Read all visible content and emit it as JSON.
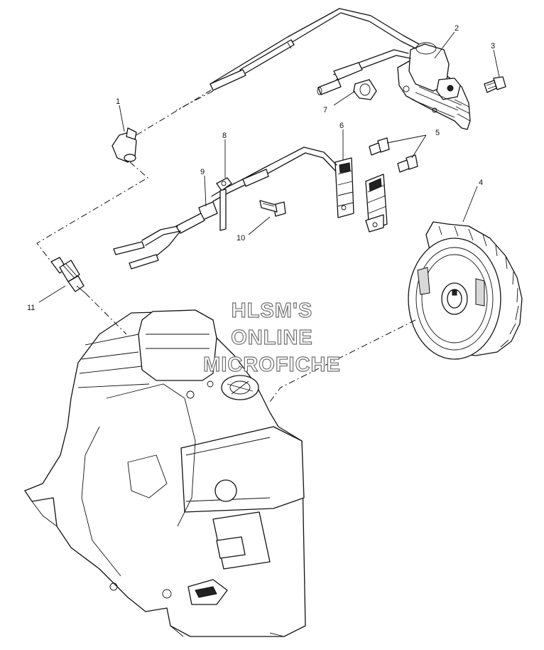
{
  "labels": {
    "p1": "1",
    "p2": "2",
    "p3": "3",
    "p4": "4",
    "p5": "5",
    "p6": "6",
    "p7": "7",
    "p8": "8",
    "p9": "9",
    "p10": "10",
    "p11": "11"
  },
  "watermark": {
    "line1": "HLSM'S",
    "line2": "ONLINE",
    "line3": "MICROFICHE"
  }
}
